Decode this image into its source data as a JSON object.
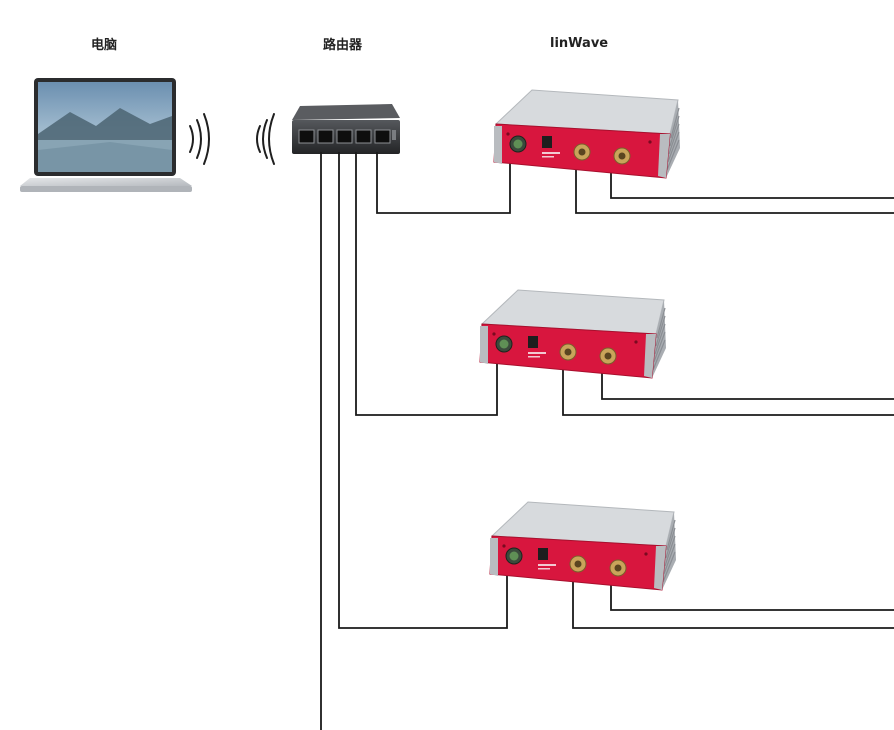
{
  "labels": {
    "computer": "电脑",
    "router": "路由器",
    "device": "linWave"
  },
  "devices": [
    {
      "name": "linWave"
    },
    {
      "name": "linWave"
    },
    {
      "name": "linWave"
    }
  ],
  "colors": {
    "panel_red": "#d8163e",
    "chassis": "#c9ccd0",
    "cable": "#1a1a1a",
    "router_body": "#2e2f31",
    "laptop_frame": "#c5c8cc",
    "screen_sky": "#8fb0c8"
  },
  "icons": [
    "laptop-icon",
    "wifi-waves-icon",
    "router-icon",
    "linwave-device-icon",
    "sma-connector-icon",
    "ethernet-port-icon"
  ]
}
